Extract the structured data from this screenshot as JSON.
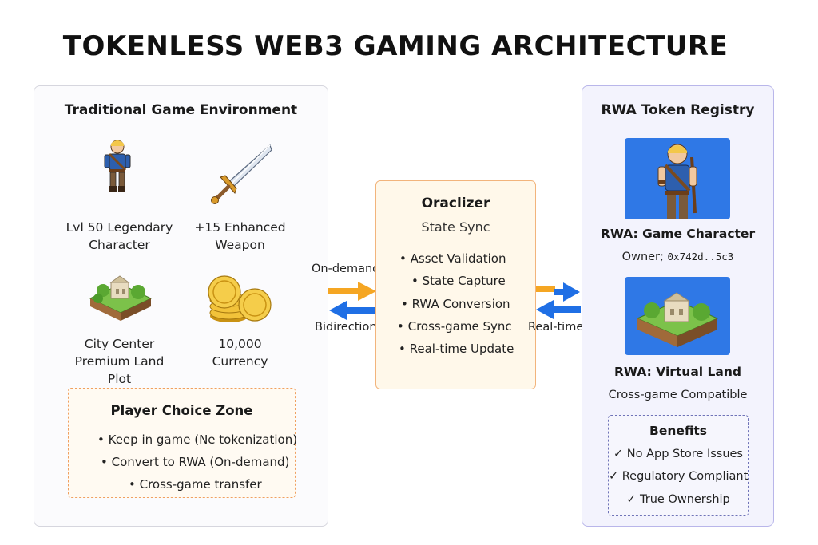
{
  "title": "TOKENLESS WEB3 GAMING ARCHITECTURE",
  "left_panel": {
    "title": "Traditional Game Environment",
    "assets": [
      {
        "icon": "hero-character-icon",
        "label_line1": "Lvl 50 Legendary",
        "label_line2": "Character"
      },
      {
        "icon": "sword-icon",
        "label_line1": "+15 Enhanced",
        "label_line2": "Weapon"
      },
      {
        "icon": "land-plot-icon",
        "label_line1": "City Center",
        "label_line2": "Premium Land Plot"
      },
      {
        "icon": "gold-coins-icon",
        "label_line1": "10,000",
        "label_line2": "Currency"
      }
    ],
    "choice_zone": {
      "title": "Player Choice Zone",
      "items": [
        "• Keep in game (Ne tokenization)",
        "• Convert to RWA (On-demand)",
        "• Cross-game transfer"
      ]
    }
  },
  "middle_panel": {
    "title": "Oraclizer",
    "subtitle": "State Sync",
    "items": [
      "• Asset Validation",
      "• State Capture",
      "• RWA Conversion",
      "• Cross-game Sync",
      "• Real-time Update"
    ]
  },
  "arrows": {
    "left_top_label": "On-demand",
    "left_bottom_label": "Bidirectional",
    "right_label": "Real-time",
    "color_orange": "#f5a623",
    "color_blue": "#1f6fe5"
  },
  "right_panel": {
    "title": "RWA Token Registry",
    "character": {
      "title": "RWA: Game Character",
      "owner_prefix": "Owner; ",
      "owner_address": "0x742d..5c3"
    },
    "land": {
      "title": "RWA: Virtual Land",
      "subtitle": "Cross-game Compatible"
    },
    "benefits": {
      "title": "Benefits",
      "items": [
        "✓ No App Store Issues",
        "✓ Regulatory Compliant",
        "✓ True Ownership"
      ]
    }
  }
}
